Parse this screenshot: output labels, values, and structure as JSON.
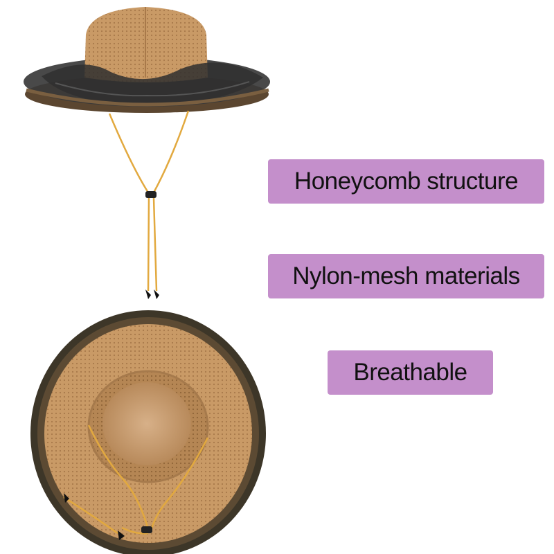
{
  "colors": {
    "label_background": "#c48fcb",
    "mesh_fabric": "#c99a66",
    "net_dark": "#3a3a3a",
    "cord": "#e2a93f"
  },
  "product": {
    "name_icon": "mesh-bucket-hat-with-net"
  },
  "features": [
    {
      "label": "Honeycomb structure"
    },
    {
      "label": "Nylon-mesh materials"
    },
    {
      "label": "Breathable"
    }
  ]
}
